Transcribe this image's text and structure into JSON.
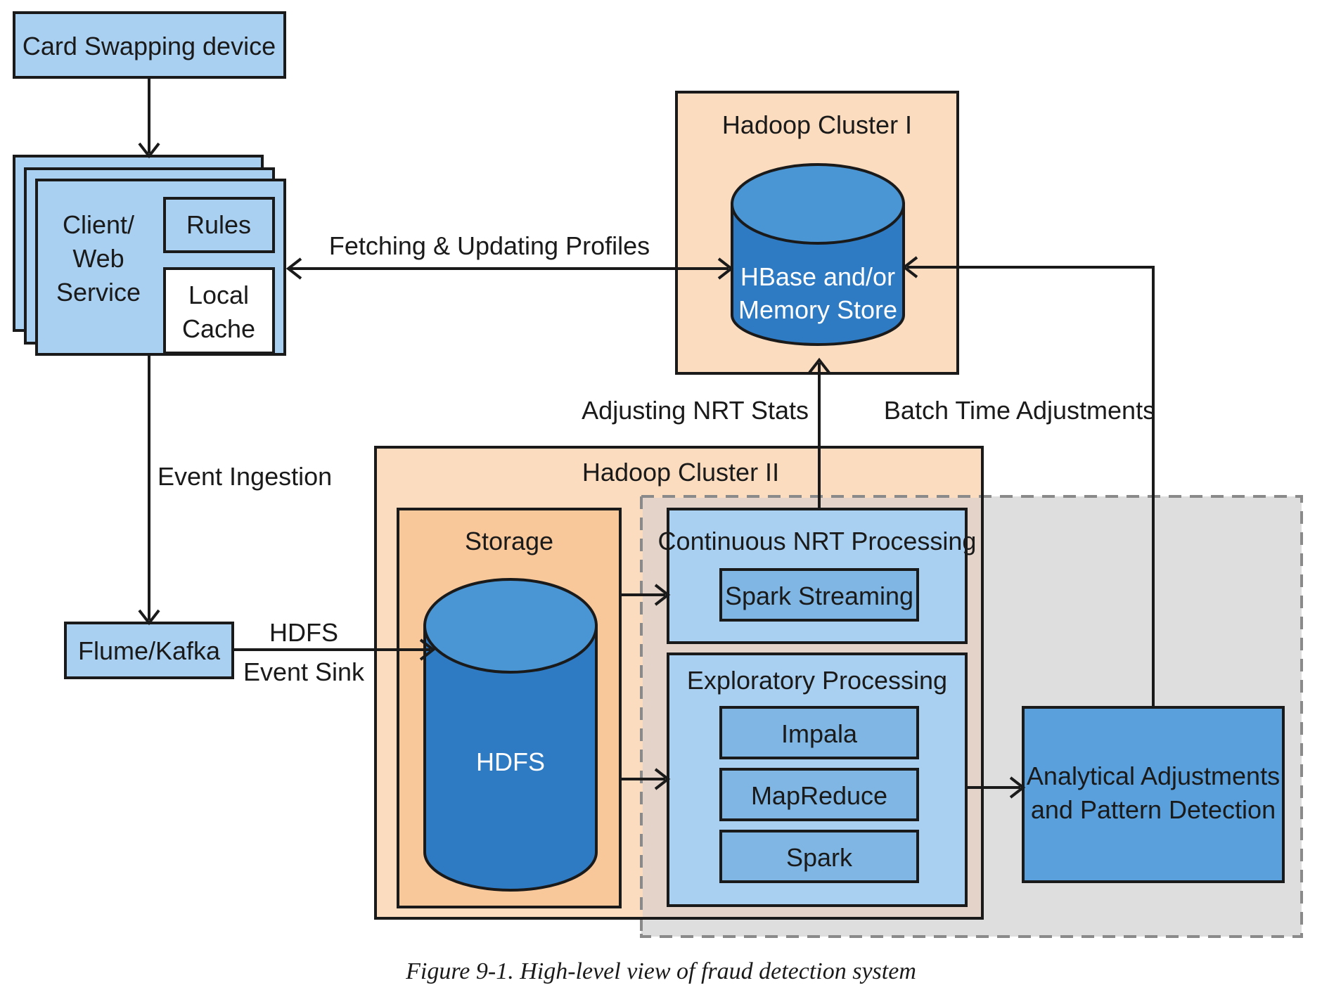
{
  "nodes": {
    "card_device": "Card Swapping device",
    "client_web_service": [
      "Client/",
      "Web",
      "Service"
    ],
    "rules": "Rules",
    "local_cache": [
      "Local",
      "Cache"
    ],
    "hadoop_cluster_1": "Hadoop Cluster I",
    "hbase_store": [
      "HBase and/or",
      "Memory Store"
    ],
    "flume_kafka": "Flume/Kafka",
    "hadoop_cluster_2": "Hadoop Cluster II",
    "storage": "Storage",
    "hdfs": "HDFS",
    "continuous_nrt": "Continuous NRT Processing",
    "spark_streaming": "Spark Streaming",
    "exploratory": "Exploratory Processing",
    "impala": "Impala",
    "mapreduce": "MapReduce",
    "spark": "Spark",
    "analytical": [
      "Analytical Adjustments",
      "and Pattern Detection"
    ]
  },
  "edges": {
    "fetching_profiles": "Fetching & Updating Profiles",
    "event_ingestion": "Event Ingestion",
    "hdfs_event_sink": [
      "HDFS",
      "Event Sink"
    ],
    "adjusting_nrt": "Adjusting NRT Stats",
    "batch_time": "Batch Time Adjustments"
  },
  "caption": "Figure 9-1. High-level view of fraud detection system",
  "colors": {
    "light_blue": "#a9d0f0",
    "dark_blue": "#2e7bc4",
    "cyl_top_blue": "#4a95d3",
    "peach": "#fbdcbe",
    "storage_orange": "#f8c89a",
    "gray_zone": "#dedede",
    "overlap": "#e4d3c8"
  }
}
